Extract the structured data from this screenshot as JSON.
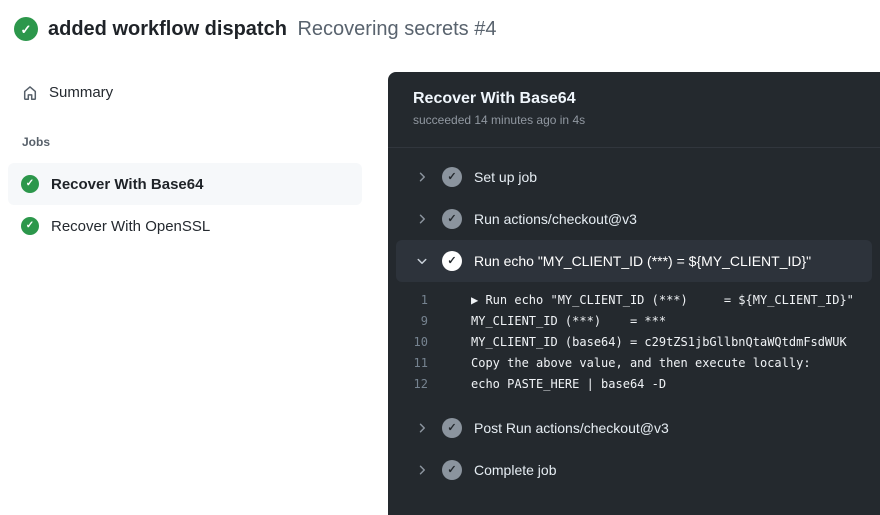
{
  "header": {
    "status": "success",
    "commit_message": "added workflow dispatch",
    "run_name": "Recovering secrets #4"
  },
  "sidebar": {
    "summary_label": "Summary",
    "jobs_heading": "Jobs",
    "jobs": [
      {
        "label": "Recover With Base64",
        "status": "success",
        "selected": true
      },
      {
        "label": "Recover With OpenSSL",
        "status": "success",
        "selected": false
      }
    ]
  },
  "job_panel": {
    "title": "Recover With Base64",
    "subtitle": "succeeded 14 minutes ago in 4s",
    "steps": [
      {
        "label": "Set up job",
        "expanded": false,
        "status": "success"
      },
      {
        "label": "Run actions/checkout@v3",
        "expanded": false,
        "status": "success"
      },
      {
        "label": "Run echo \"MY_CLIENT_ID (***) = ${MY_CLIENT_ID}\"",
        "expanded": true,
        "status": "success"
      },
      {
        "label": "Post Run actions/checkout@v3",
        "expanded": false,
        "status": "success"
      },
      {
        "label": "Complete job",
        "expanded": false,
        "status": "success"
      }
    ],
    "log_lines": [
      {
        "num": "1",
        "text": "▶ Run echo \"MY_CLIENT_ID (***)     = ${MY_CLIENT_ID}\""
      },
      {
        "num": "9",
        "text": "MY_CLIENT_ID (***)    = ***"
      },
      {
        "num": "10",
        "text": "MY_CLIENT_ID (base64) = c29tZS1jbGllbnQtaWQtdmFsdWUK"
      },
      {
        "num": "11",
        "text": "Copy the above value, and then execute locally:"
      },
      {
        "num": "12",
        "text": "echo PASTE_HERE | base64 -D"
      }
    ]
  },
  "icons": {
    "status": "check-circle-icon",
    "summary": "home-icon",
    "collapsed_step": "chevron-right-icon",
    "expanded_step": "chevron-down-icon",
    "log_group": "play-triangle-icon"
  },
  "colors": {
    "success_green": "#2c974b",
    "panel_bg": "#24292e",
    "panel_row_highlight": "#2d333b",
    "selected_job_bg": "#f6f8fa",
    "log_text": "#f0f3f6",
    "log_line_number": "#768390"
  }
}
